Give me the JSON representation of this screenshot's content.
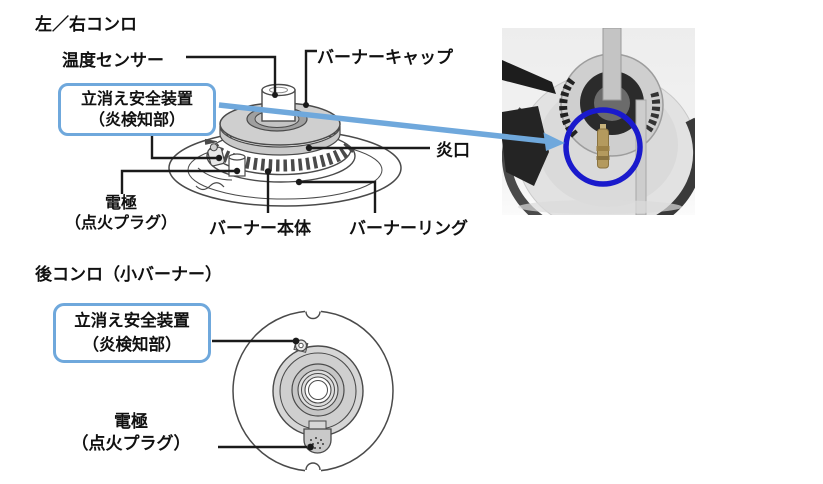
{
  "colors": {
    "accent-blue": "#6fa8dc",
    "highlight-blue": "#1a1acc",
    "line-black": "#1a1a1a"
  },
  "top_section": {
    "title": "左／右コンロ",
    "safety_box": {
      "line1": "立消え安全装置",
      "line2": "（炎検知部）"
    },
    "labels": {
      "temp_sensor": "温度センサー",
      "burner_cap": "バーナーキャップ",
      "flame_port": "炎口",
      "electrode": "電極",
      "electrode_sub": "（点火プラグ）",
      "burner_body": "バーナー本体",
      "burner_ring": "バーナーリング"
    }
  },
  "bottom_section": {
    "title": "後コンロ（小バーナー）",
    "safety_box": {
      "line1": "立消え安全装置",
      "line2": "（炎検知部）"
    },
    "labels": {
      "electrode": "電極",
      "electrode_sub": "（点火プラグ）"
    }
  }
}
